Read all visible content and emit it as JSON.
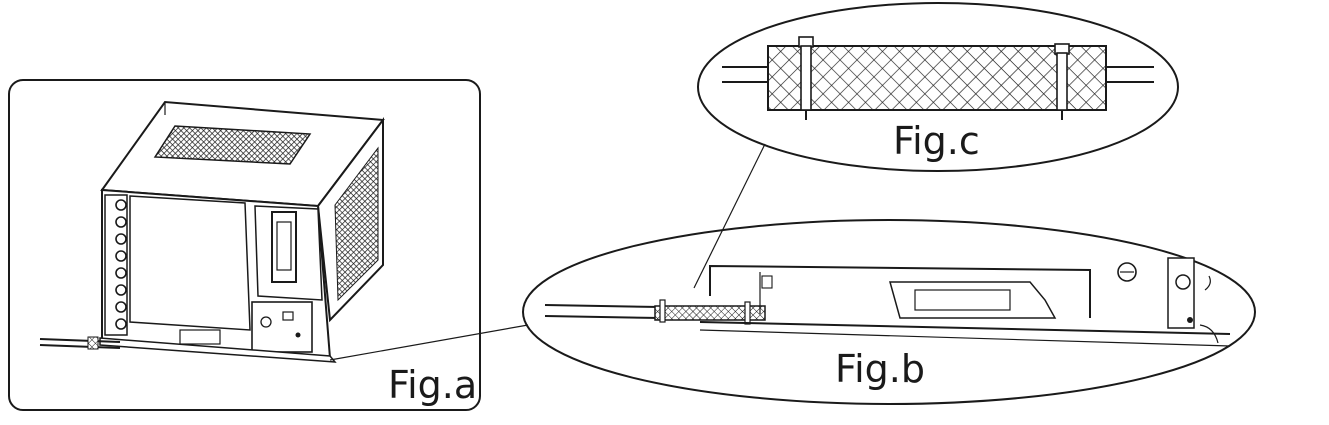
{
  "figures": {
    "a": {
      "label": "Fig.a"
    },
    "b": {
      "label": "Fig.b"
    },
    "c": {
      "label": "Fig.c"
    }
  }
}
